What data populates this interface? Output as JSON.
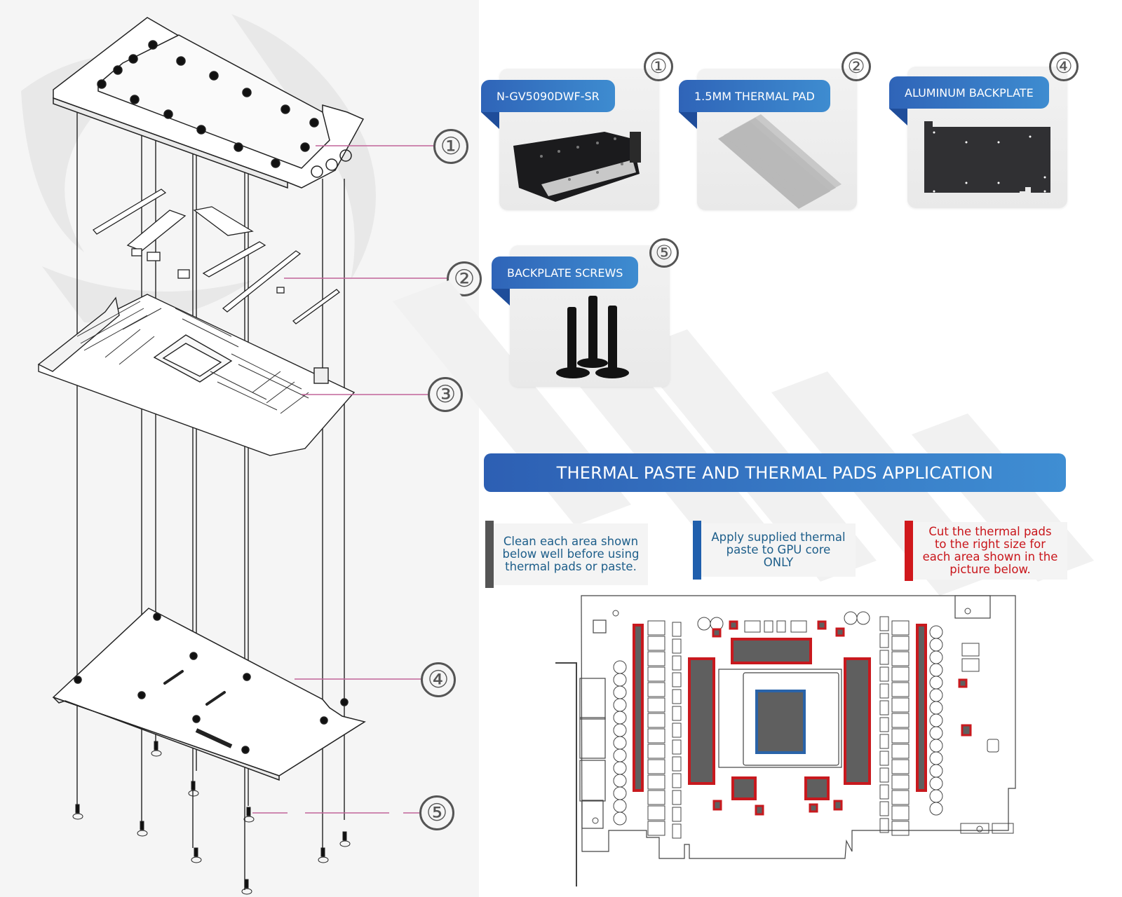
{
  "diagram": {
    "title": "Water block exploded assembly and thermal pad application",
    "exploded_view": {
      "callouts": [
        {
          "number": "①",
          "part": "water-block"
        },
        {
          "number": "②",
          "part": "thermal-pads"
        },
        {
          "number": "③",
          "part": "graphics-card-pcb"
        },
        {
          "number": "④",
          "part": "backplate"
        },
        {
          "number": "⑤",
          "part": "backplate-screws"
        }
      ]
    },
    "parts": [
      {
        "number": "①",
        "label": "N-GV5090DWF-SR"
      },
      {
        "number": "②",
        "label": "1.5MM THERMAL PAD"
      },
      {
        "number": "④",
        "label": "ALUMINUM BACKPLATE"
      },
      {
        "number": "⑤",
        "label": "BACKPLATE SCREWS"
      }
    ],
    "section_title": "THERMAL PASTE AND THERMAL PADS APPLICATION",
    "legend": [
      {
        "text": "Clean each area shown below well before using thermal pads or paste.",
        "color": "#555555",
        "text_color": "#1d5e8a"
      },
      {
        "text": "Apply supplied thermal paste to GPU core ONLY",
        "color": "#1f5fad",
        "text_color": "#1d5e8a"
      },
      {
        "text": "Cut the thermal pads to the right size for each area shown in the picture below.",
        "color": "#d0181c",
        "text_color": "#c9161b"
      }
    ],
    "colors": {
      "banner_start": "#2d5fb3",
      "banner_end": "#3f8ed3",
      "pad_outline": "#c8191e",
      "pad_fill": "#5f5f5f",
      "gpu_core_outline": "#2a63a8",
      "callout_line": "#c2659a"
    }
  }
}
